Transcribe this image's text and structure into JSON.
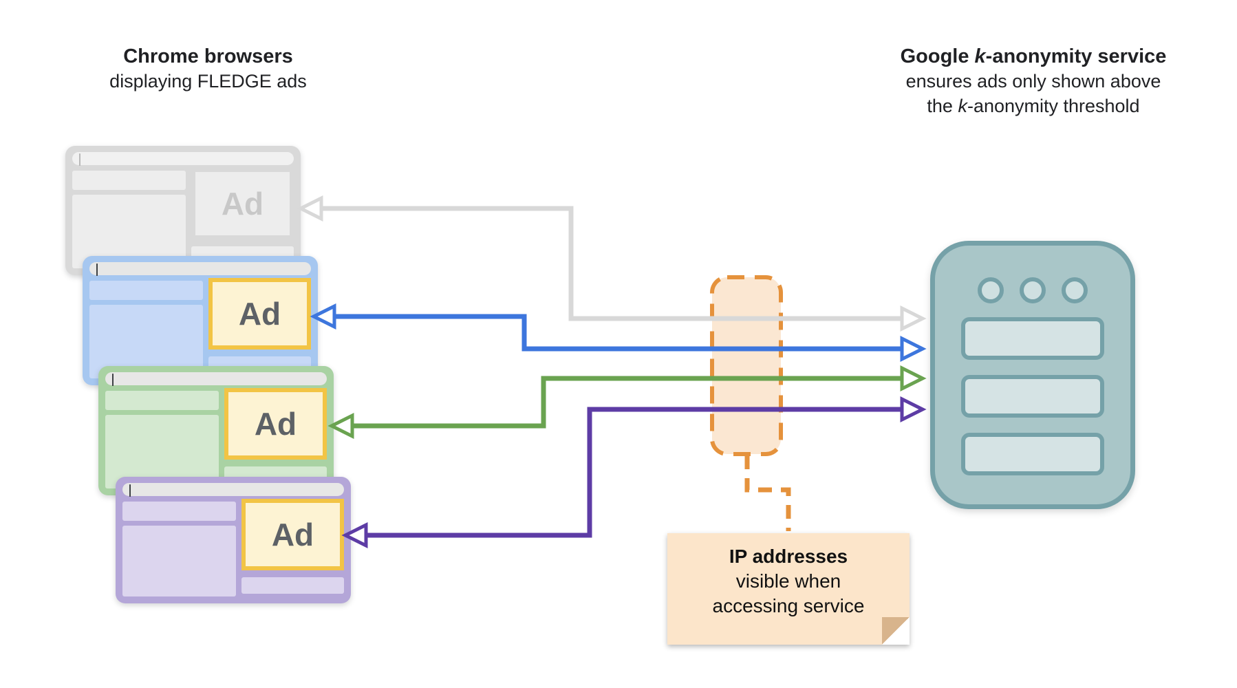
{
  "titles": {
    "left": {
      "line1": "Chrome browsers",
      "line2": "displaying FLEDGE ads"
    },
    "right": {
      "line1_prefix": "Google ",
      "line1_k": "k",
      "line1_suffix": "-anonymity service",
      "line2": "ensures ads only shown above",
      "line3_prefix": "the ",
      "line3_k": "k",
      "line3_suffix": "-anonymity threshold"
    }
  },
  "browsers": [
    {
      "name": "gray",
      "ad_label": "Ad",
      "colors": {
        "frame": "#d9d9d9",
        "block": "#ededed",
        "urlbar": "#f1f1f1",
        "lock": "#b9b9b9",
        "ad_border": "#d9d9d9",
        "ad_fill": "#ededed",
        "ad_text": "#c8c8c8"
      }
    },
    {
      "name": "blue",
      "ad_label": "Ad",
      "colors": {
        "frame": "#a6c7f0",
        "block": "#c7d9f7",
        "urlbar": "#e7e7e6",
        "lock": "#3c4043",
        "ad_border": "#f2c445",
        "ad_fill": "#fdf3d3",
        "ad_text": "#5d6166"
      }
    },
    {
      "name": "green",
      "ad_label": "Ad",
      "colors": {
        "frame": "#a9d2a3",
        "block": "#d4e9d0",
        "urlbar": "#e7e7e6",
        "lock": "#3c4043",
        "ad_border": "#f2c445",
        "ad_fill": "#fdf3d3",
        "ad_text": "#5d6166"
      }
    },
    {
      "name": "purple",
      "ad_label": "Ad",
      "colors": {
        "frame": "#b4a6d8",
        "block": "#dcd5ee",
        "urlbar": "#e7e7e6",
        "lock": "#3c4043",
        "ad_border": "#f2c445",
        "ad_fill": "#fdf3d3",
        "ad_text": "#5d6166"
      }
    }
  ],
  "server": {
    "fill": "#a9c6c8",
    "stroke": "#75a1a8",
    "light_fill": "#cfe0e1",
    "slot_fill": "#d5e3e4"
  },
  "annotation_box": {
    "stroke": "#e5923c",
    "fill": "#fbe7d2"
  },
  "note": {
    "line1": "IP addresses",
    "line2": "visible when",
    "line3": "accessing service",
    "fill": "#fce5ca",
    "fold": "#d8b48c"
  },
  "arrows": {
    "gray": "#d8d8d8",
    "blue": "#3d76dd",
    "green": "#6aa350",
    "purple": "#5d3ca5"
  }
}
